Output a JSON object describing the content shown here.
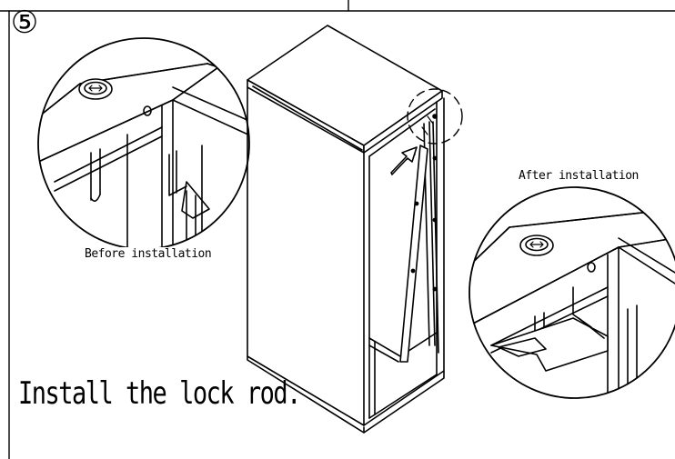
{
  "step": {
    "number": "⑤"
  },
  "labels": {
    "before": "Before installation",
    "after": "After installation"
  },
  "instruction": "Install the lock rod."
}
